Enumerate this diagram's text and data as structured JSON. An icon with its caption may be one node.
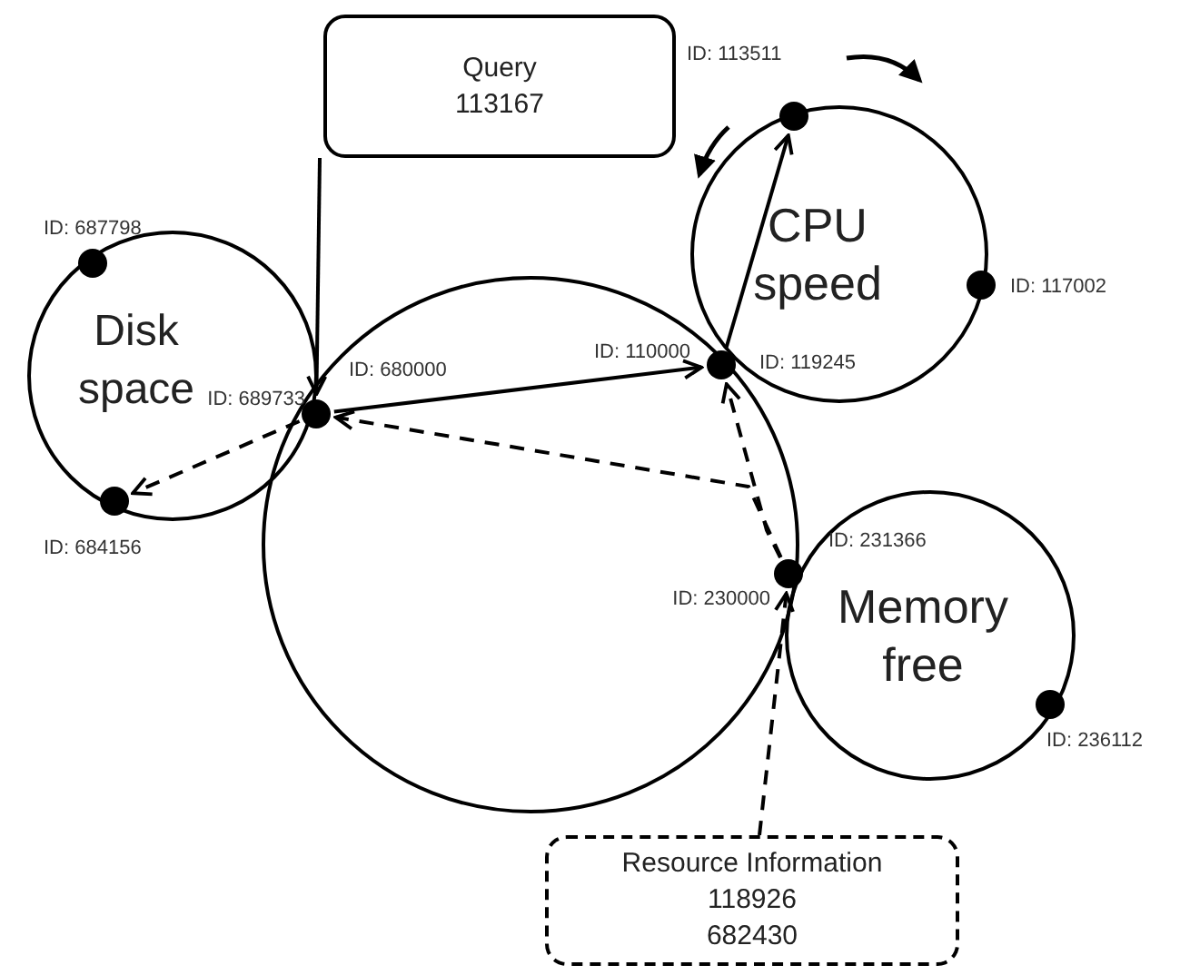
{
  "diagram": {
    "nodes": [
      {
        "text": [
          "Query",
          "113167"
        ]
      },
      {
        "text": [
          "Disk space"
        ]
      },
      {
        "text": [],
        "shape": "circle"
      },
      {
        "text": [
          "CPU speed"
        ]
      },
      {
        "text": [
          "Memory free"
        ]
      },
      {
        "text": [
          "Resource Information",
          "118926",
          "682430"
        ]
      },
      {
        "text": [],
        "shape": "dot",
        "in": 1,
        "beside": [
          "ID: 687798"
        ]
      },
      {
        "text": [],
        "shape": "dot",
        "in": 2
      },
      {
        "text": [],
        "shape": "dot",
        "in": 1,
        "beside": [
          "ID: 684156"
        ]
      },
      {
        "text": [],
        "shape": "dot",
        "in": 3
      },
      {
        "text": [],
        "shape": "dot"
      },
      {
        "text": [],
        "shape": "dot",
        "in": 3,
        "beside": [
          "ID: 117002"
        ]
      },
      {
        "text": [],
        "shape": "dot",
        "in": 2
      },
      {
        "text": [],
        "shape": "dot",
        "in": 4,
        "beside": [
          "ID: 236112"
        ]
      }
    ],
    "edges": [
      {
        "from": 0,
        "to": 7,
        "arrow": "to"
      },
      {
        "from": 7,
        "to": 10,
        "arrow": "to"
      },
      {
        "from": 7,
        "to": 8,
        "arrow": "to",
        "style": "dashed"
      },
      {
        "from": 12,
        "to": 7,
        "arrow": "to",
        "style": "dashed"
      },
      {
        "from": 12,
        "to": 10,
        "arrow": "to",
        "style": "dashed"
      },
      {
        "from": 5,
        "to": 12,
        "arrow": "to",
        "style": "dashed"
      },
      {
        "from": 10,
        "to": 9,
        "arrow": "to"
      }
    ],
    "labels": [
      "ID: 113511",
      "ID: 110000",
      "ID: 119245",
      "ID: 689733",
      "ID: 680000",
      "ID: 231366",
      "ID: 230000"
    ]
  }
}
